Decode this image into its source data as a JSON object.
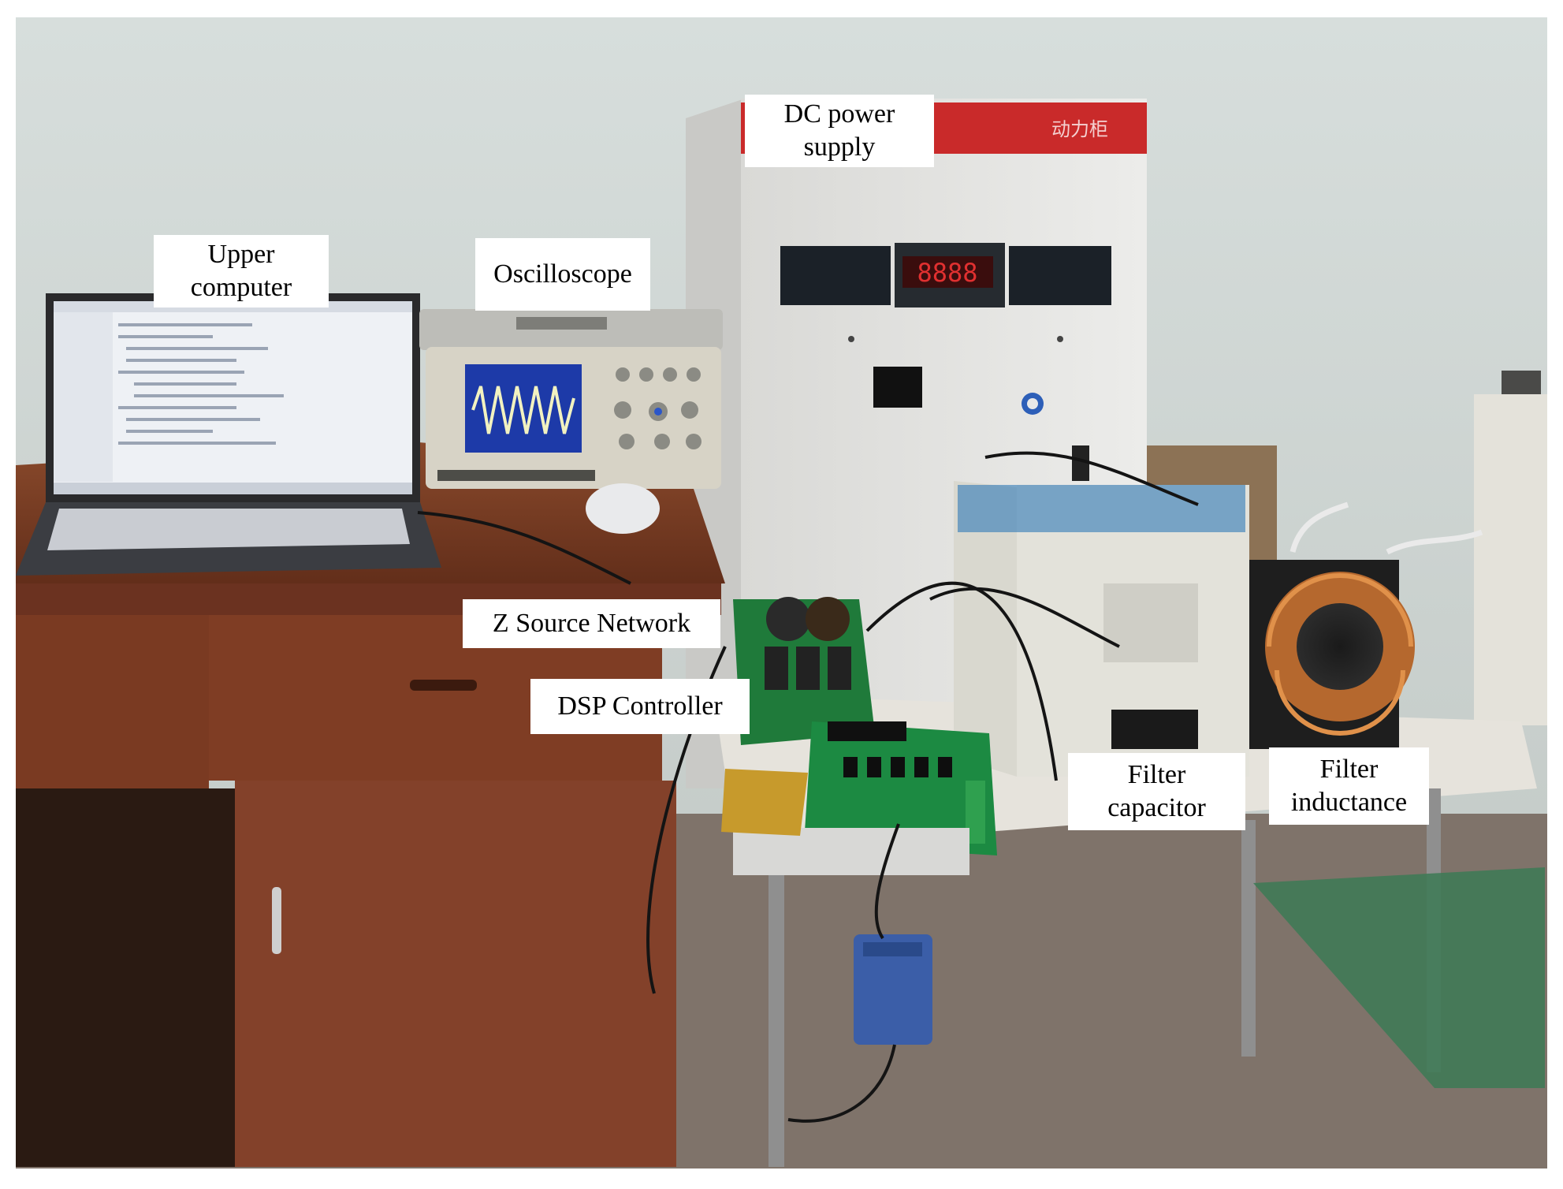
{
  "colors": {
    "wall": "#d2d9d7",
    "floor": "#8a7d74",
    "desk": "#7a3a22",
    "cabinet": "#e6e6e4",
    "cabinet_stripe": "#c92a2a",
    "pcb": "#1f7a3a",
    "label_bg": "#ffffff"
  },
  "labels": {
    "upper_computer": "Upper\ncomputer",
    "oscilloscope": "Oscilloscope",
    "dc_power_supply": "DC power\nsupply",
    "z_source_network": "Z Source  Network",
    "dsp_controller": "DSP Controller",
    "filter_capacitor": "Filter\ncapacitor",
    "filter_inductance": "Filter\ninductance"
  },
  "cabinet_plate": "动力柜"
}
